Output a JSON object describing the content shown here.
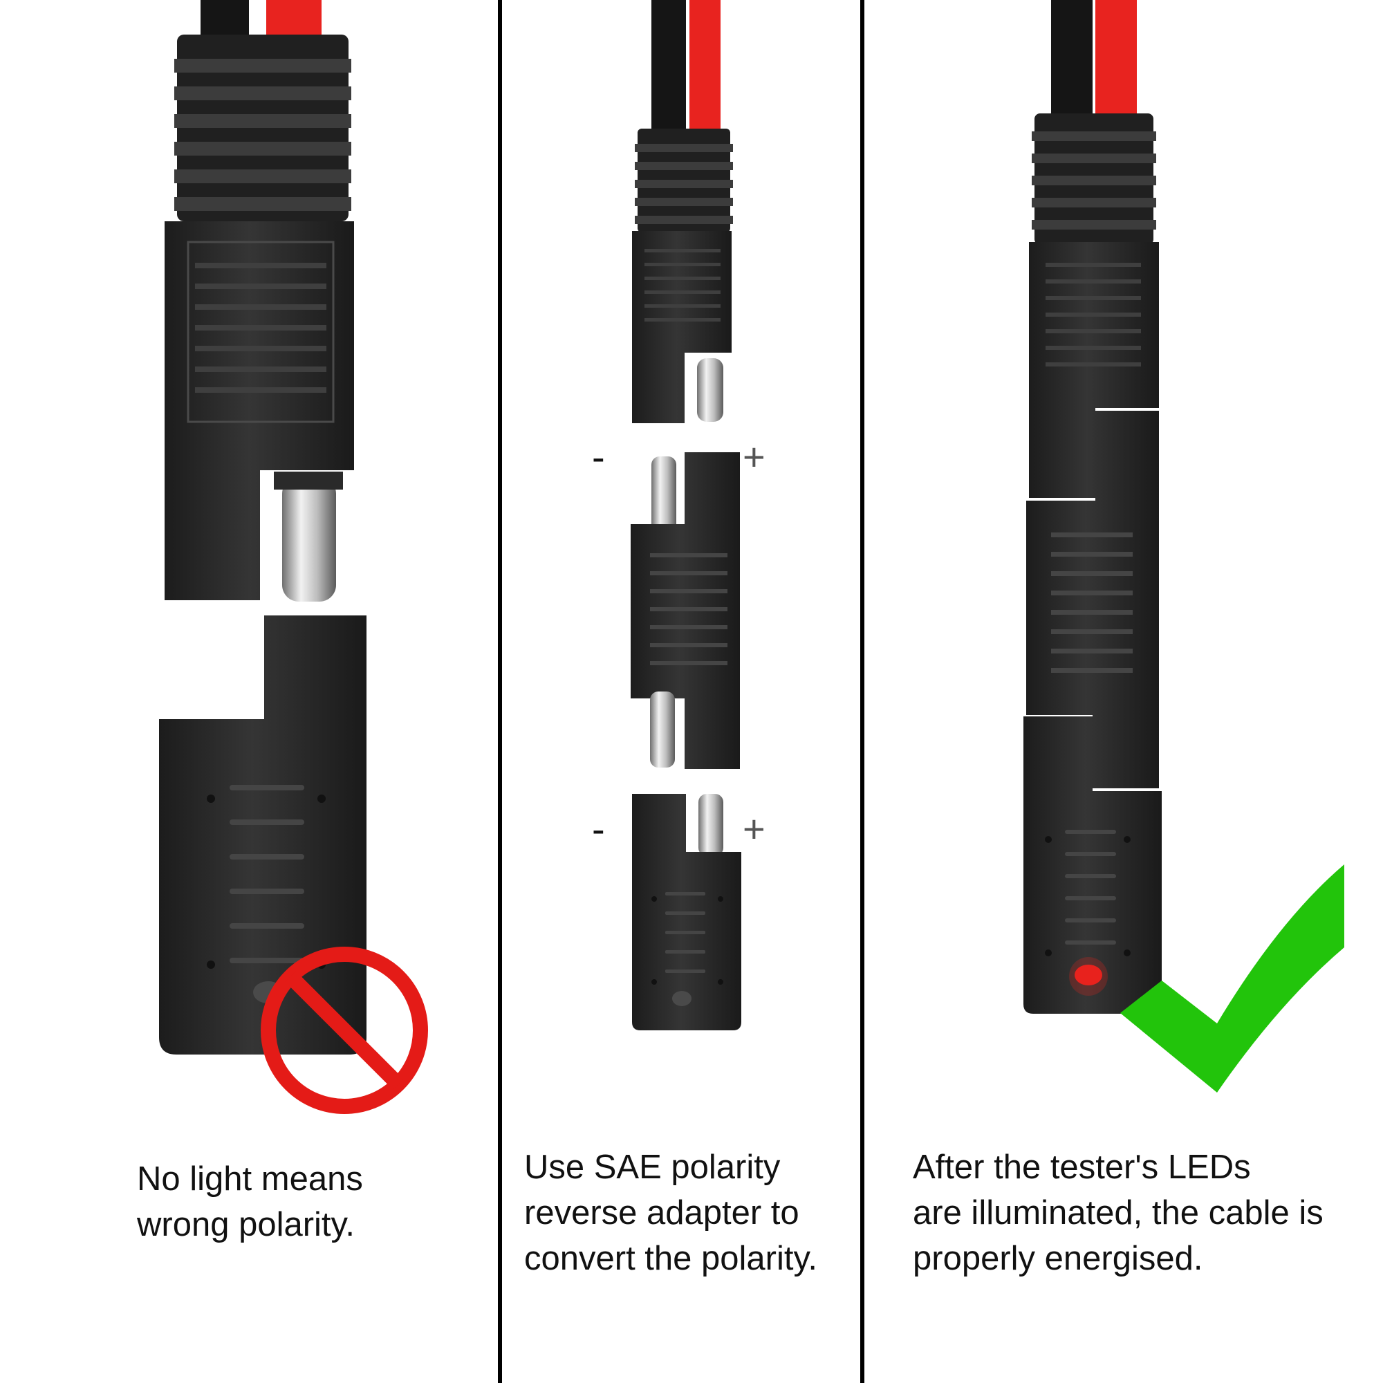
{
  "captions": {
    "left": {
      "line1": "No light means",
      "line2": "wrong polarity."
    },
    "middle": {
      "line1": "Use SAE polarity",
      "line2": "reverse adapter to",
      "line3": "convert the polarity."
    },
    "right": {
      "line1": "After the tester's LEDs",
      "line2": "are illuminated, the cable is",
      "line3": "properly energised."
    }
  },
  "polarity_labels": {
    "minus": "-",
    "plus": "+"
  },
  "icons": {
    "wrong": "prohibited-icon",
    "correct": "checkmark-icon"
  },
  "colors": {
    "wire_red": "#e8231f",
    "wire_black": "#151515",
    "connector": "#2a2a2a",
    "prohibited": "#e41b17",
    "checkmark": "#22c40b",
    "led_on": "#e8221d",
    "led_off": "#4a4a4a"
  }
}
